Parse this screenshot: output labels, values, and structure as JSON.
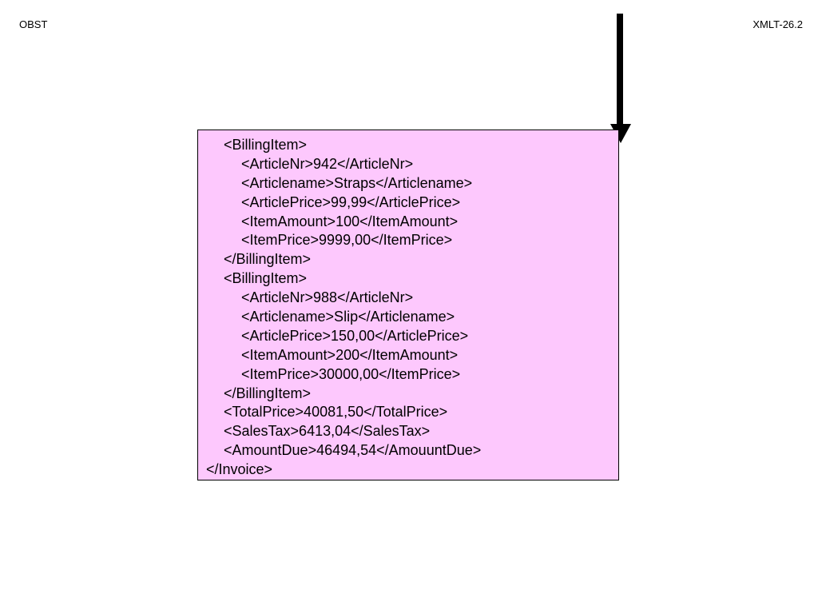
{
  "header": {
    "left_label": "OBST",
    "right_label": "XMLT-26.2"
  },
  "colors": {
    "box_background": "#fdc8fd",
    "arrow": "#000000"
  },
  "xml_lines": [
    {
      "indent": 1,
      "text": "<BillingItem>"
    },
    {
      "indent": 2,
      "text": "<ArticleNr>942</ArticleNr>"
    },
    {
      "indent": 2,
      "text": "<Articlename>Straps</Articlename>"
    },
    {
      "indent": 2,
      "text": "<ArticlePrice>99,99</ArticlePrice>"
    },
    {
      "indent": 2,
      "text": "<ItemAmount>100</ItemAmount>"
    },
    {
      "indent": 2,
      "text": "<ItemPrice>9999,00</ItemPrice>"
    },
    {
      "indent": 1,
      "text": "</BillingItem>"
    },
    {
      "indent": 1,
      "text": "<BillingItem>"
    },
    {
      "indent": 2,
      "text": "<ArticleNr>988</ArticleNr>"
    },
    {
      "indent": 2,
      "text": "<Articlename>Slip</Articlename>"
    },
    {
      "indent": 2,
      "text": "<ArticlePrice>150,00</ArticlePrice>"
    },
    {
      "indent": 2,
      "text": "<ItemAmount>200</ItemAmount>"
    },
    {
      "indent": 2,
      "text": "<ItemPrice>30000,00</ItemPrice>"
    },
    {
      "indent": 1,
      "text": "</BillingItem>"
    },
    {
      "indent": 1,
      "text": "<TotalPrice>40081,50</TotalPrice>"
    },
    {
      "indent": 1,
      "text": "<SalesTax>6413,04</SalesTax>"
    },
    {
      "indent": 1,
      "text": "<AmountDue>46494,54</AmouuntDue>"
    },
    {
      "indent": 0,
      "text": "</Invoice>"
    }
  ]
}
